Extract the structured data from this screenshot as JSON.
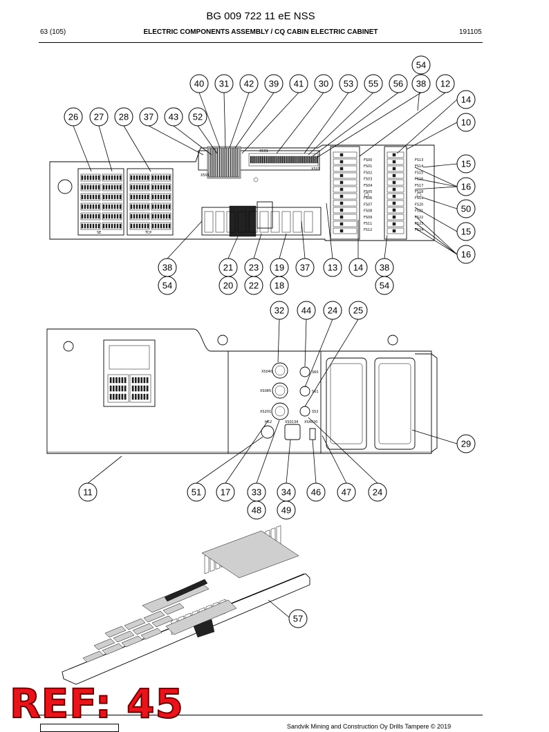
{
  "header": {
    "doc_title": "BG 009 722 11 eE NSS",
    "page_number": "63 (105)",
    "section_title": "ELECTRIC COMPONENTS ASSEMBLY / CQ CABIN ELECTRIC CABINET",
    "date": "191105"
  },
  "footer": {
    "copyright": "Sandvik Mining and Construction Oy Drills Tampere © 2019",
    "ref_label": "REF: 45"
  },
  "top_view": {
    "callouts": [
      "54",
      "40",
      "31",
      "42",
      "39",
      "41",
      "30",
      "53",
      "55",
      "56",
      "38",
      "12",
      "14",
      "10",
      "26",
      "27",
      "28",
      "37",
      "43",
      "52",
      "15",
      "16",
      "50",
      "15",
      "16",
      "38",
      "54",
      "21",
      "20",
      "23",
      "22",
      "19",
      "18",
      "37",
      "13",
      "14",
      "38",
      "54"
    ],
    "labels": {
      "x501a": "X501",
      "x501b": "X501",
      "x501c": "X501",
      "se": "SE",
      "tcp": "TCP",
      "fs_left": [
        "FS00",
        "FS01",
        "FS02",
        "FS03",
        "FS04",
        "FS05",
        "FS06",
        "FS07",
        "FS08",
        "FS09",
        "FS11",
        "FS12"
      ],
      "fs_right": [
        "FS13",
        "FS14",
        "FS15",
        "FS16",
        "FS17",
        "FS18",
        "FS19",
        "FS20",
        "FS21",
        "FS22",
        "FS23",
        "FS24"
      ]
    }
  },
  "middle_view": {
    "callouts": [
      "32",
      "44",
      "24",
      "25",
      "29",
      "11",
      "51",
      "17",
      "33",
      "34",
      "48",
      "49",
      "46",
      "47",
      "24"
    ],
    "labels": {
      "xs040": "XS040",
      "s60": "S60",
      "xs085": "XS085",
      "s61": "S61",
      "xs201": "XS201",
      "s52": "S52",
      "h52": "H52",
      "xs0134": "XS0134",
      "xs4020": "XS4020"
    }
  },
  "iso_view": {
    "callouts": [
      "57"
    ]
  }
}
